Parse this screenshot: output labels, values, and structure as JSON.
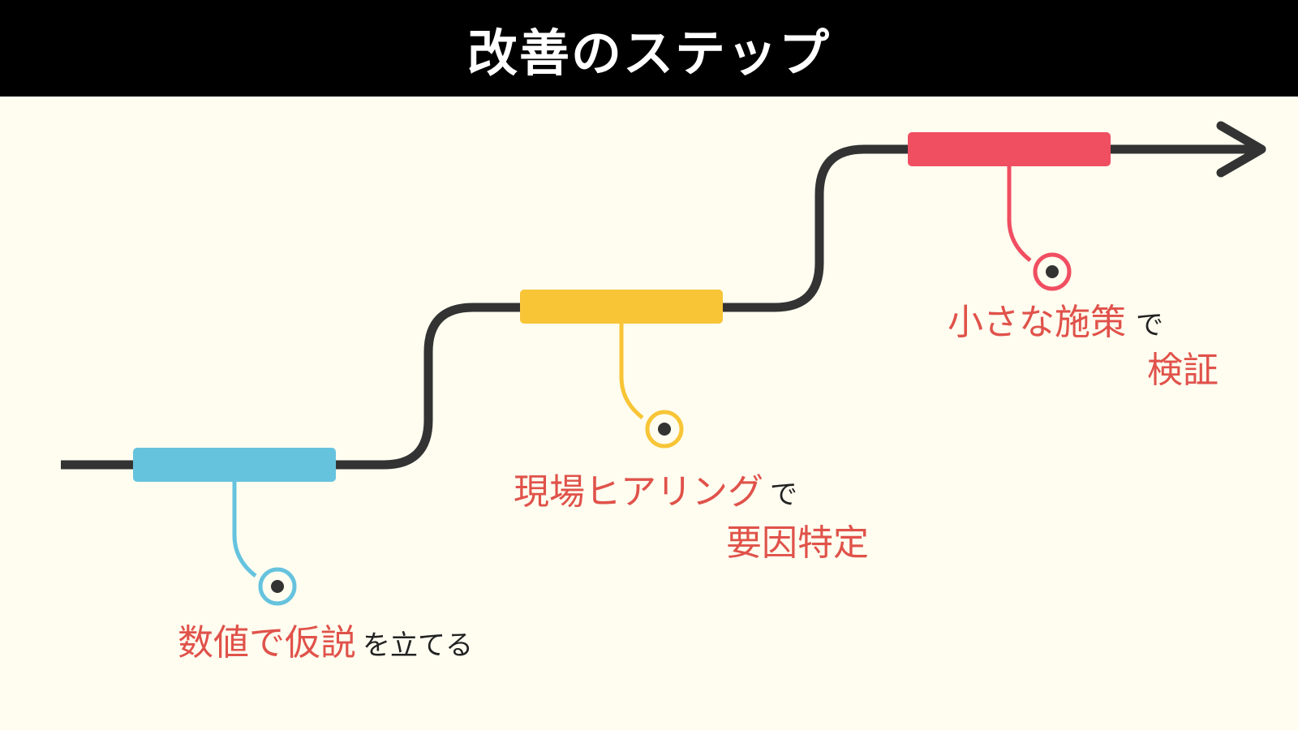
{
  "title": "改善のステップ",
  "colors": {
    "step1": "#66c3de",
    "step2": "#f8c537",
    "step3": "#f04e61",
    "line": "#333333",
    "emphasis": "#e0524a"
  },
  "steps": [
    {
      "main": "数値で仮説",
      "suffix": "を立てる"
    },
    {
      "main": "現場ヒアリング",
      "suffix": "で",
      "line2": "要因特定"
    },
    {
      "main": "小さな施策",
      "suffix": "で",
      "line2": "検証"
    }
  ]
}
